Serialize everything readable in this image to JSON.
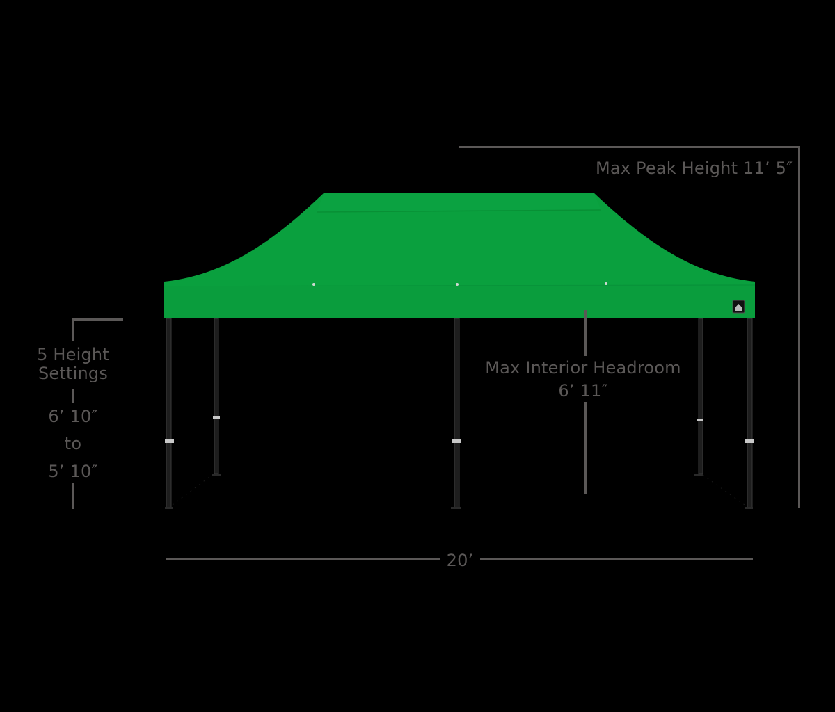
{
  "diagram": {
    "title": "20' canopy tent dimension diagram",
    "background_color": "#000000",
    "dimension_line_color": "#5b5857",
    "canopy_color": "#0aa03e",
    "frame_color": "#1e1e1e"
  },
  "labels": {
    "peak_height": "Max Peak Height 11’ 5″",
    "height_settings_line1": "5 Height",
    "height_settings_line2": "Settings",
    "height_max": "6’ 10″",
    "height_to": "to",
    "height_min": "5’ 10″",
    "headroom_line1": "Max Interior Headroom",
    "headroom_line2": "6’ 11″",
    "width": "20’"
  },
  "icons": {
    "canopy_logo": "house-logo-badge"
  }
}
